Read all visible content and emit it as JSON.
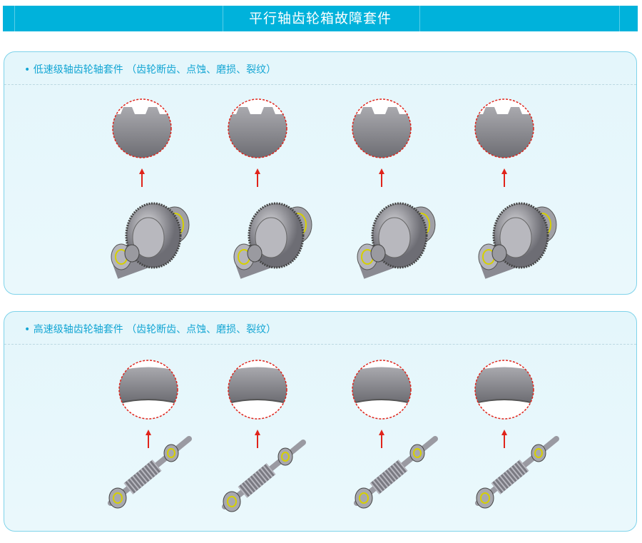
{
  "header": {
    "title": "平行轴齿轮箱故障套件"
  },
  "sections": [
    {
      "title": "• 低速级轴齿轮轴套件 （齿轮断齿、点蚀、磨损、裂纹）",
      "items": [
        "gear-broken-tooth",
        "gear-pitting",
        "gear-wear",
        "gear-crack"
      ]
    },
    {
      "title": "• 高速级轴齿轮轴套件 （齿轮断齿、点蚀、磨损、裂纹）",
      "items": [
        "pinion-broken-tooth",
        "pinion-pitting",
        "pinion-wear",
        "pinion-crack"
      ]
    }
  ],
  "colors": {
    "banner": "#00b2db",
    "accent": "#14a6d4",
    "arrow": "#e0241b",
    "dashed_circle": "#e0241b"
  }
}
